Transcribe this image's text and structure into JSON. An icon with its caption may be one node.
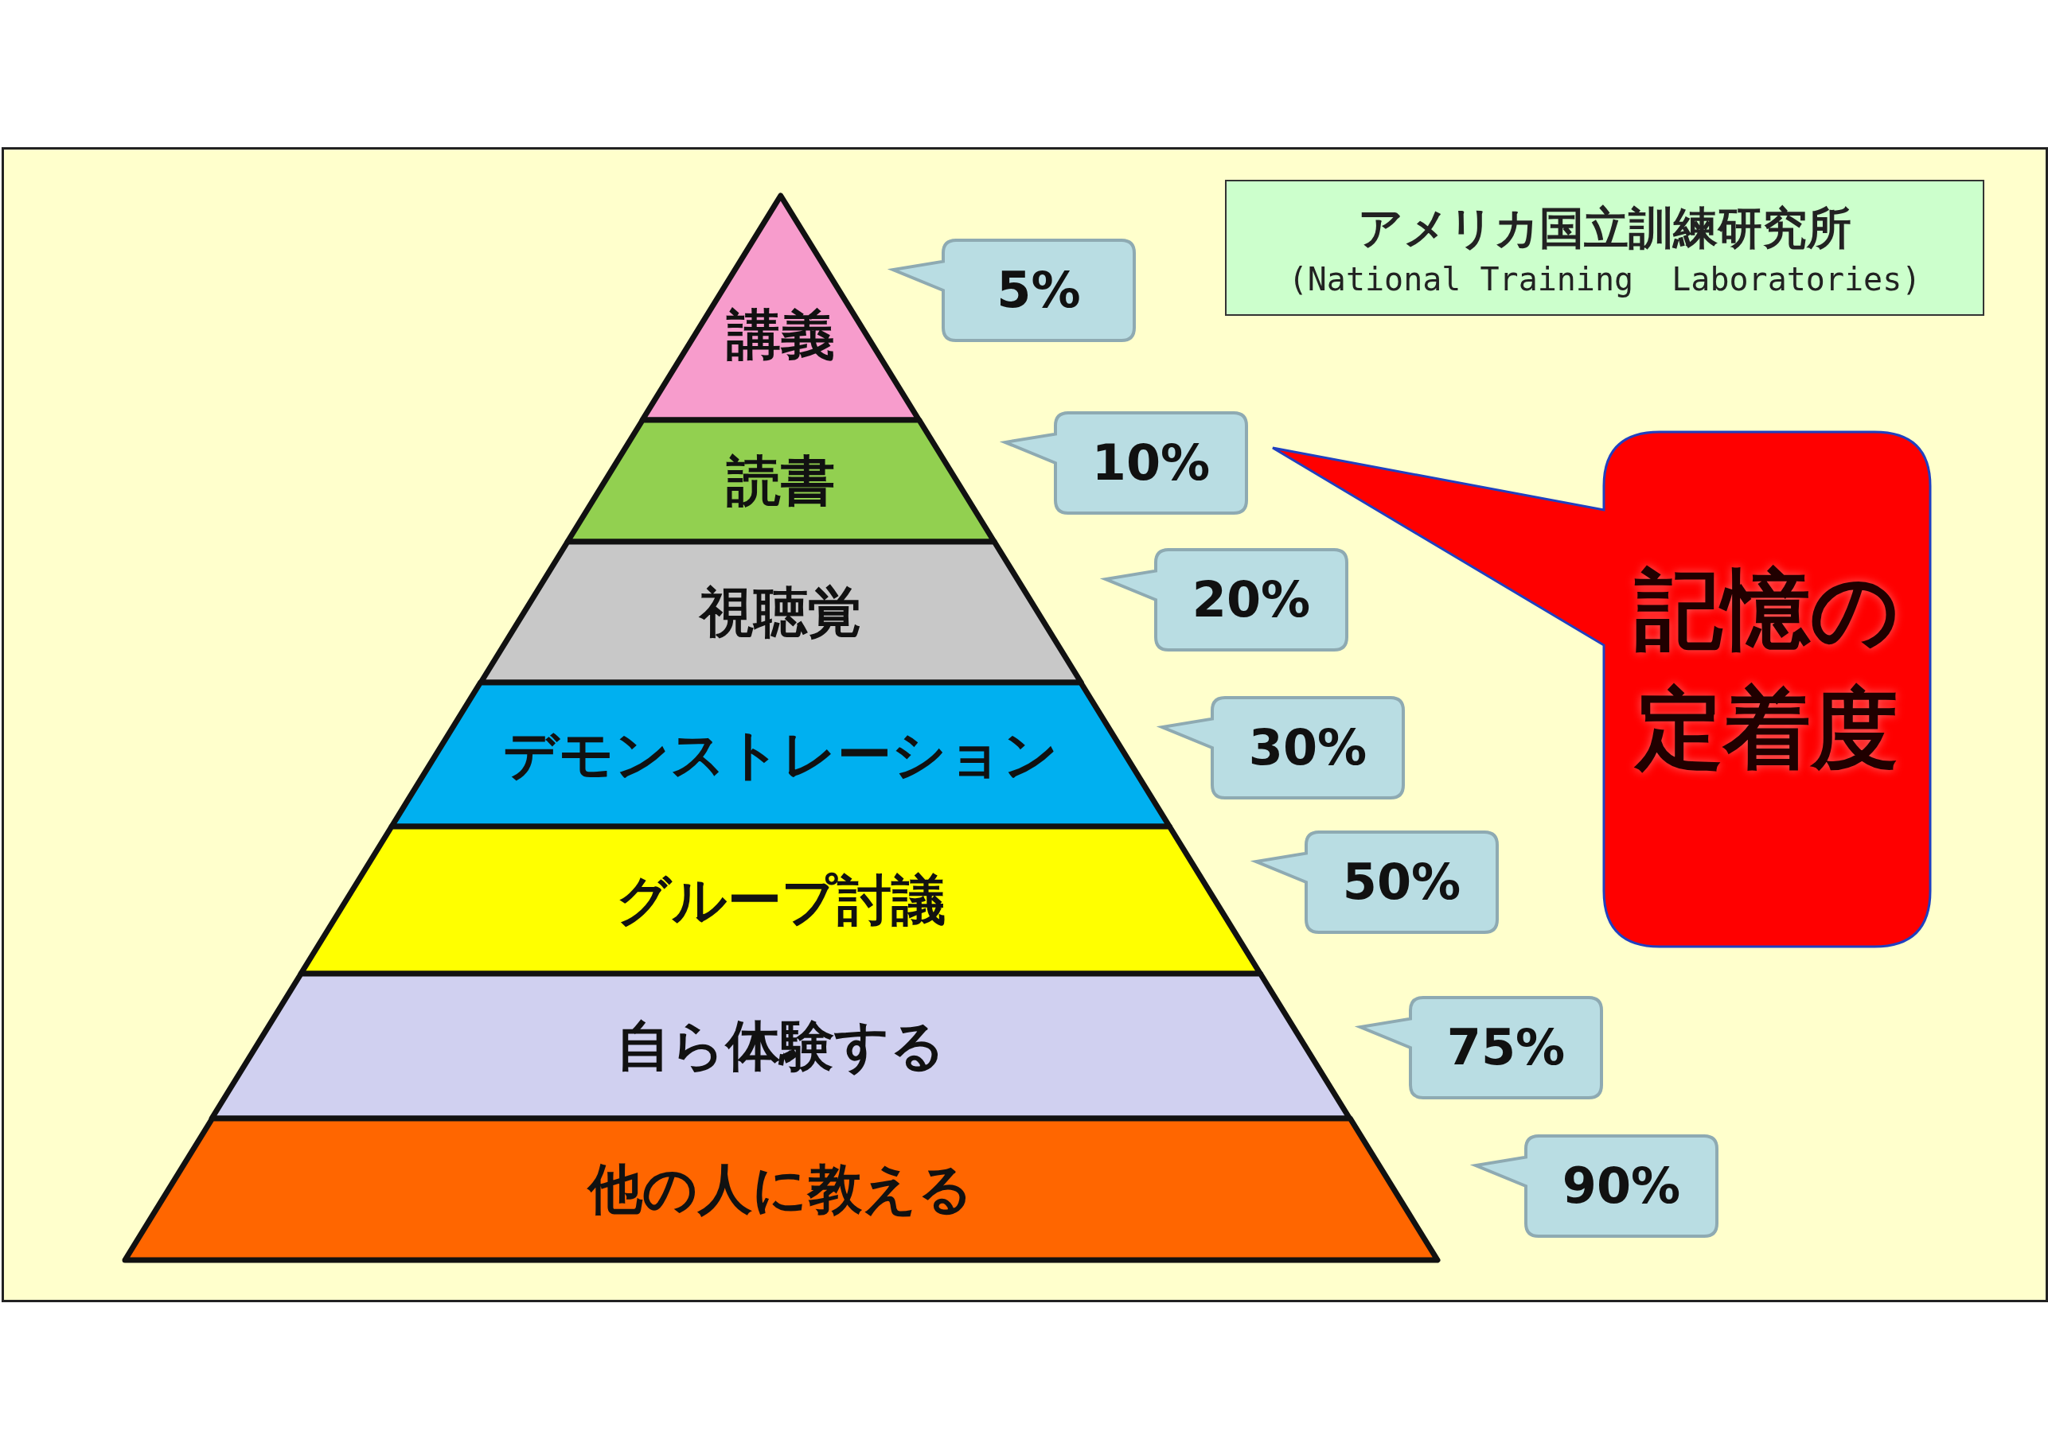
{
  "diagram": {
    "nodes": [
      {
        "text": [
          "アメリカ国立訓練研究所",
          "(National Training  Laboratories)"
        ]
      },
      {
        "text": [
          "講義"
        ]
      },
      {
        "text": [
          "読書"
        ]
      },
      {
        "text": [
          "視聴覚"
        ]
      },
      {
        "text": [
          "デモンストレーション"
        ]
      },
      {
        "text": [
          "グループ討議"
        ]
      },
      {
        "text": [
          "自ら体験する"
        ]
      },
      {
        "text": [
          "他の人に教える"
        ]
      },
      {
        "text": [
          "5%"
        ]
      },
      {
        "text": [
          "10%"
        ]
      },
      {
        "text": [
          "20%"
        ]
      },
      {
        "text": [
          "30%"
        ]
      },
      {
        "text": [
          "50%"
        ]
      },
      {
        "text": [
          "75%"
        ]
      },
      {
        "text": [
          "90%"
        ]
      },
      {
        "text": [
          "記憶の定着度"
        ]
      }
    ]
  }
}
